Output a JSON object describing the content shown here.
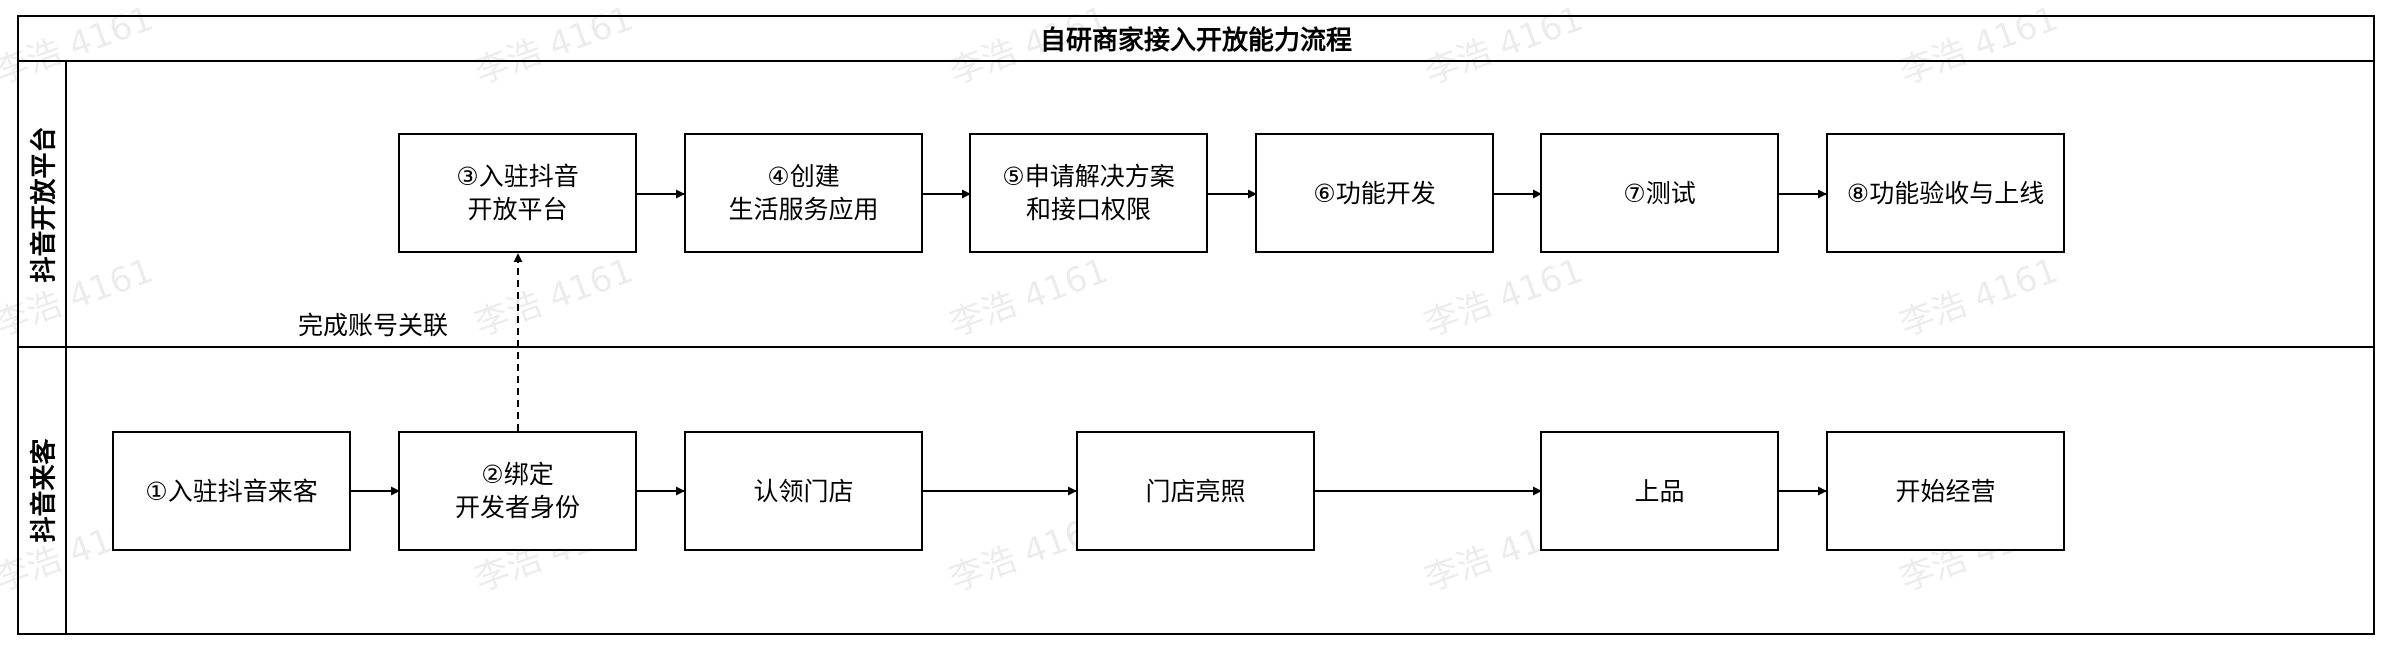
{
  "title": "自研商家接入开放能力流程",
  "lanes": {
    "platform": "抖音开放平台",
    "laike": "抖音来客"
  },
  "nodes": {
    "n3": "③入驻抖音\n开放平台",
    "n4": "④创建\n生活服务应用",
    "n5": "⑤申请解决方案\n和接口权限",
    "n6": "⑥功能开发",
    "n7": "⑦测试",
    "n8": "⑧功能验收与上线",
    "n1": "①入驻抖音来客",
    "n2": "②绑定\n开发者身份",
    "claim": "认领门店",
    "license": "门店亮照",
    "listing": "上品",
    "start": "开始经营"
  },
  "edge_labels": {
    "account_link": "完成账号关联"
  },
  "watermark": "李浩 4161",
  "colors": {
    "line": "#000000",
    "background": "#ffffff"
  }
}
